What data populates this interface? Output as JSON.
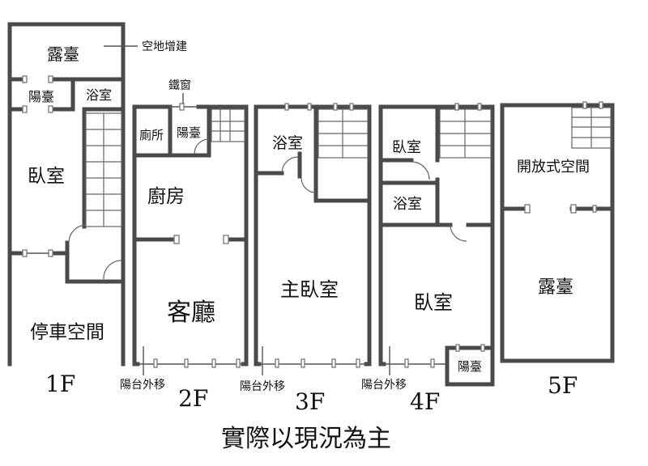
{
  "floors": [
    "1F",
    "2F",
    "3F",
    "4F",
    "5F"
  ],
  "rooms": {
    "f1_terrace_top": "露臺",
    "f1_balcony": "陽臺",
    "f1_bath": "浴室",
    "f1_bedroom": "臥室",
    "f1_parking": "停車空間",
    "f2_toilet": "廁所",
    "f2_balcony": "陽臺",
    "f2_kitchen": "廚房",
    "f2_living": "客廳",
    "f3_bath": "浴室",
    "f3_master": "主臥室",
    "f4_bedroom_small": "臥室",
    "f4_bath": "浴室",
    "f4_bedroom": "臥室",
    "f4_balcony": "陽臺",
    "f5_open": "開放式空間",
    "f5_terrace": "露臺"
  },
  "notes": {
    "addition": "空地增建",
    "iron_window": "鐵窗",
    "balcony_moved_2f": "陽台外移",
    "balcony_moved_3f": "陽台外移",
    "balcony_moved_4f": "陽台外移"
  },
  "caption": "實際以現況為主"
}
